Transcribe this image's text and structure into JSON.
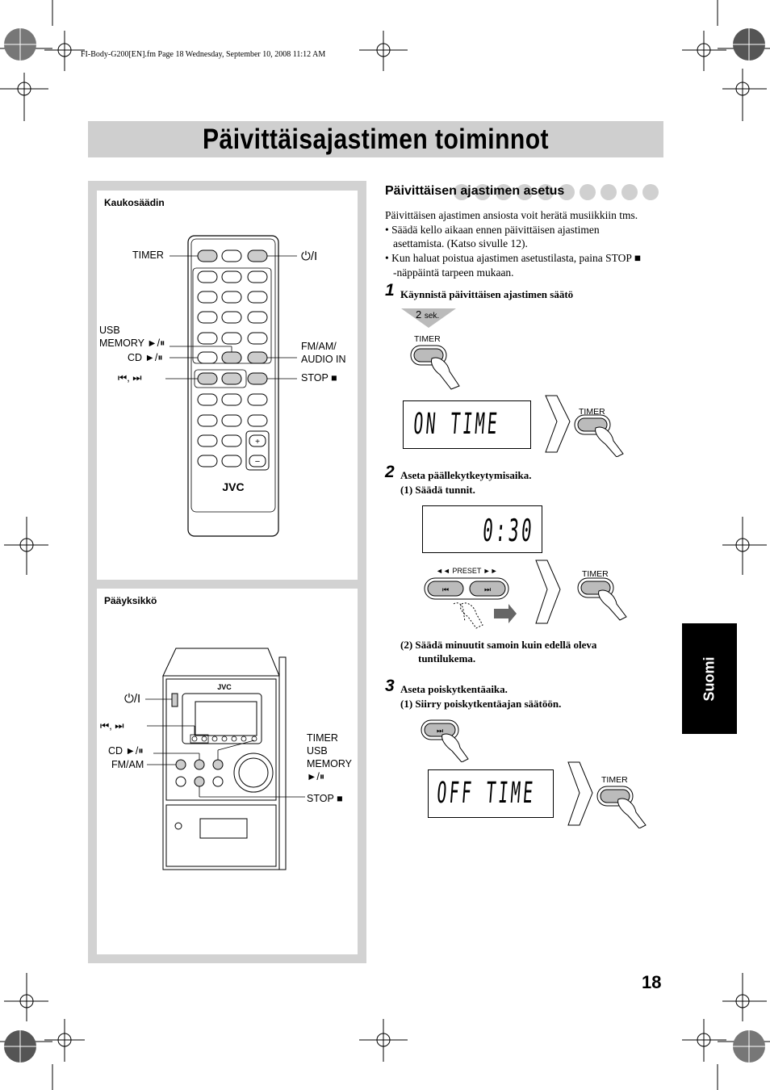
{
  "header": {
    "meta": "FI-Body-G200[EN].fm  Page 18  Wednesday, September 10, 2008  11:12 AM",
    "title": "Päivittäisajastimen toiminnot"
  },
  "left_panel": {
    "remote": {
      "heading": "Kaukosäädin",
      "brand": "JVC",
      "labels": {
        "timer": "TIMER",
        "power": "⏻/I",
        "usb_memory_1": "USB",
        "usb_memory_2": "MEMORY ►/⏸",
        "cd": "CD ►/⏸",
        "skip": "⏮, ⏭",
        "fm_am_1": "FM/AM/",
        "fm_am_2": "AUDIO IN",
        "stop": "STOP ■"
      }
    },
    "main_unit": {
      "heading": "Pääyksikkö",
      "brand": "JVC",
      "labels": {
        "power": "⏻/I",
        "skip": "⏮, ⏭",
        "cd": "CD ►/⏸",
        "fm_am": "FM/AM",
        "timer": "TIMER",
        "usb": "USB",
        "memory": "MEMORY",
        "play_pause": "►/⏸",
        "stop": "STOP ■"
      }
    }
  },
  "right_column": {
    "section_title": "Päivittäisen ajastimen asetus",
    "intro": "Päivittäisen ajastimen ansiosta voit herätä musiikkiin tms.",
    "bullets": [
      [
        "• Säädä kello aikaan ennen päivittäisen ajastimen",
        "asettamista. (Katso sivulle 12)."
      ],
      [
        "• Kun haluat poistua ajastimen asetustilasta, paina STOP ■",
        "-näppäintä tarpeen mukaan."
      ]
    ],
    "steps": {
      "s1_num": "1",
      "s1_text": "Käynnistä päivittäisen ajastimen säätö",
      "s1_hold_num": "2",
      "s1_hold_unit": "sek.",
      "timer_label": "TIMER",
      "lcd_on_time": "ON TIME",
      "s2_num": "2",
      "s2_text": "Aseta päällekytkeytymisaika.",
      "s2_sub1": "(1)  Säädä tunnit.",
      "lcd_time": "0:30",
      "preset_label": "◄◄  PRESET  ►►",
      "s2_sub2_a": "(2)  Säädä minuutit samoin kuin edellä oleva",
      "s2_sub2_b": "tuntilukema.",
      "s3_num": "3",
      "s3_text": "Aseta poiskytkentäaika.",
      "s3_sub1": "(1)  Siirry poiskytkentäajan säätöön.",
      "lcd_off_time": "OFF TIME"
    }
  },
  "side_tab": "Suomi",
  "page_number": "18"
}
